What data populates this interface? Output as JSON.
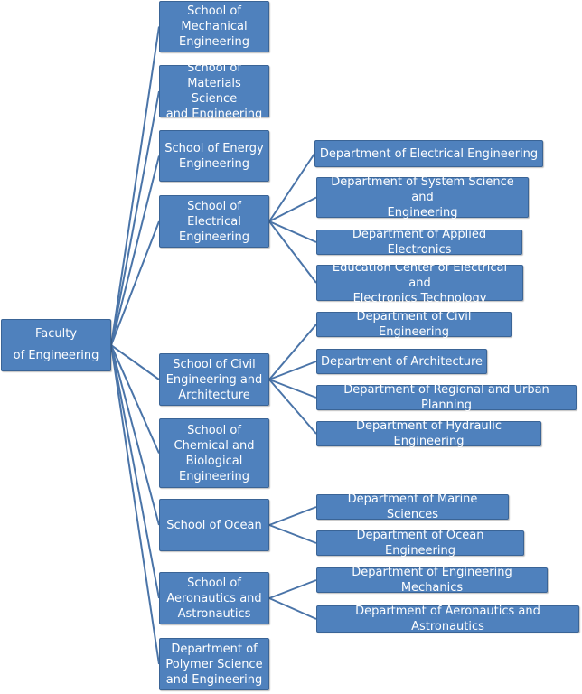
{
  "root": {
    "label": "Faculty\nof Engineering"
  },
  "schools": [
    {
      "label": "School of\nMechanical\nEngineering",
      "departments": []
    },
    {
      "label": "School of\nMaterials Science\nand Engineering",
      "departments": []
    },
    {
      "label": "School of Energy\nEngineering",
      "departments": []
    },
    {
      "label": "School of\nElectrical\nEngineering",
      "departments": [
        "Department of Electrical Engineering",
        "Department of System Science and\nEngineering",
        "Department of Applied Electronics",
        "Education Center of Electrical and\nElectronics Technology"
      ]
    },
    {
      "label": "School of Civil\nEngineering and\nArchitecture",
      "departments": [
        "Department of Civil Engineering",
        "Department of Architecture",
        "Department of Regional and Urban Planning",
        "Department of Hydraulic Engineering"
      ]
    },
    {
      "label": "School of\nChemical and\nBiological\nEngineering",
      "departments": []
    },
    {
      "label": "School of Ocean",
      "departments": [
        "Department of Marine Sciences",
        "Department of Ocean Engineering"
      ]
    },
    {
      "label": "School of\nAeronautics and\nAstronautics",
      "departments": [
        "Department of Engineering Mechanics",
        "Department of Aeronautics and Astronautics"
      ]
    },
    {
      "label": "Department of\nPolymer Science\nand Engineering",
      "departments": []
    }
  ],
  "colors": {
    "box_fill": "#4f81bd",
    "box_border": "#3a6496",
    "text": "#ffffff",
    "line": "#4a74a8"
  }
}
